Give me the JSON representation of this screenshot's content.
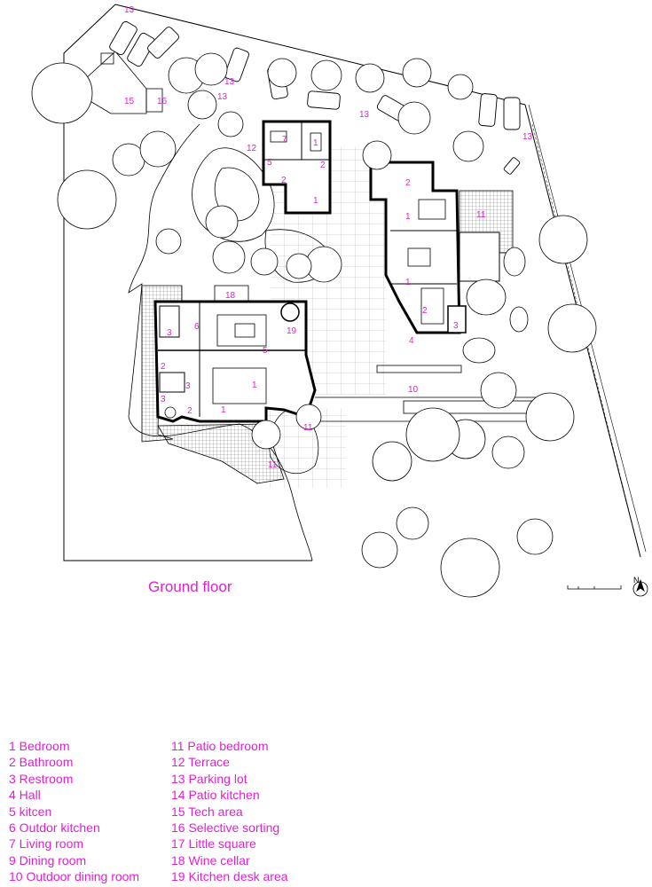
{
  "title": "Ground floor",
  "north": "N",
  "colors": {
    "accent": "#e020d0",
    "line": "#000000"
  },
  "room_labels": [
    "13",
    "13",
    "15",
    "16",
    "13",
    "13",
    "13",
    "12",
    "7",
    "5",
    "2",
    "1",
    "1",
    "2",
    "2",
    "1",
    "11",
    "18",
    "3",
    "6",
    "5",
    "19",
    "1",
    "2",
    "3",
    "1",
    "3",
    "2",
    "1",
    "4",
    "2",
    "3",
    "10",
    "11",
    "11"
  ],
  "legend": {
    "col1": [
      "1  Bedroom",
      "2  Bathroom",
      "3  Restroom",
      "4  Hall",
      "5  kitcen",
      "6  Outdor kitchen",
      "7  Living room",
      "9  Dining room",
      "10 Outdoor dining room"
    ],
    "col2": [
      "11 Patio bedroom",
      "12 Terrace",
      "13 Parking lot",
      "14 Patio kitchen",
      "15 Tech area",
      "16 Selective sorting",
      "17 Little square",
      "18 Wine cellar",
      "19 Kitchen desk area"
    ]
  }
}
